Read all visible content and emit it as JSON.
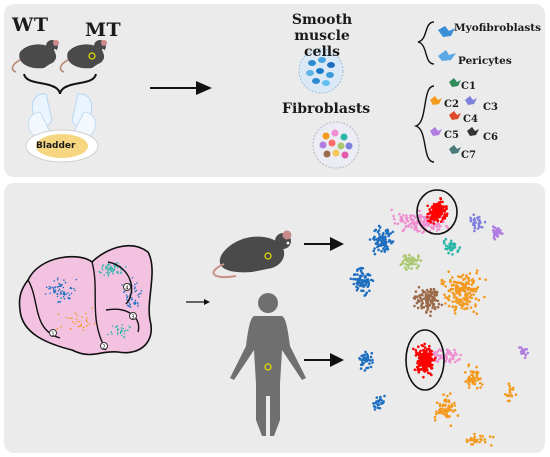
{
  "groups": {
    "wt": "WT",
    "mt": "MT"
  },
  "organ": "Bladder",
  "cell_types": {
    "smooth_muscle": "Smooth muscle cells",
    "fibroblasts": "Fibroblasts"
  },
  "smooth_muscle_subtypes": [
    "Myofibroblasts",
    "Pericytes"
  ],
  "fibroblast_clusters": [
    "C1",
    "C2",
    "C3",
    "C4",
    "C5",
    "C6",
    "C7"
  ],
  "region_labels": [
    "1",
    "2",
    "3",
    "4"
  ],
  "colors": {
    "panel": "#ebebeb",
    "mouse": "#4a4a4a",
    "human": "#6f6f6f",
    "highlight": "#e8e000",
    "umap": [
      "#ff0000",
      "#ef8ed0",
      "#f39a1f",
      "#1f6fc0",
      "#9c6b4a",
      "#a9c870",
      "#2bb5a8",
      "#b07ce0",
      "#7f7fdd",
      "#ffb5c8"
    ]
  }
}
